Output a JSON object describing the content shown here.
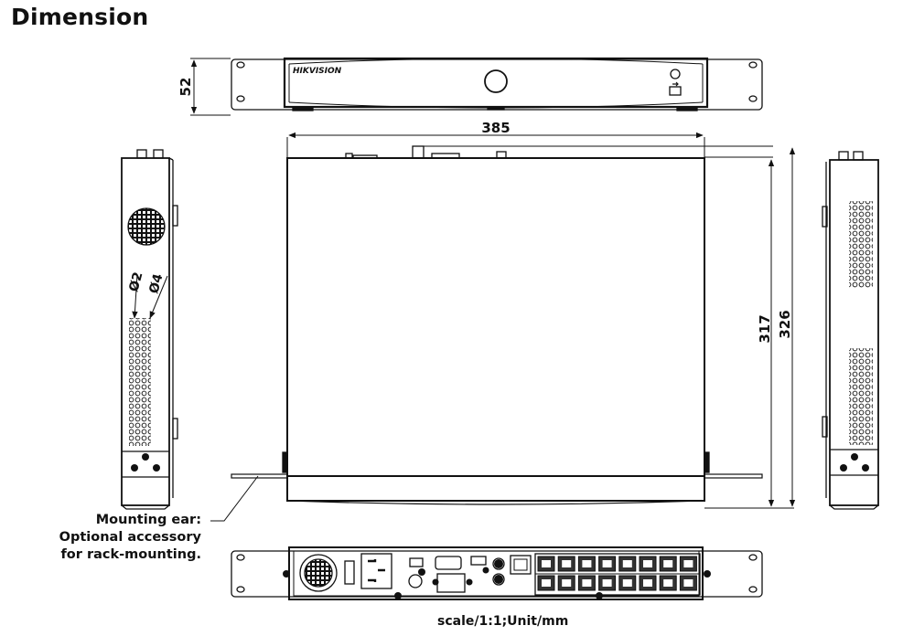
{
  "page": {
    "title": "Dimension",
    "brand_logo_text": "HIKVISION",
    "scale_note": "scale/1:1;Unit/mm",
    "mounting_note": {
      "line1": "Mounting ear:",
      "line2": "Optional accessory",
      "line3": "for rack-mounting."
    }
  },
  "dimensions": {
    "height": "52",
    "width": "385",
    "depth_body": "317",
    "depth_total": "326",
    "hole_small": "Ø2",
    "hole_large": "Ø4"
  },
  "views": {
    "front": "front-view",
    "top": "top-view",
    "left_side": "left-side-view",
    "right_side": "right-side-view",
    "rear": "rear-view"
  },
  "rear_panel": {
    "lan_ports_top_row": 8,
    "lan_ports_bottom_row": 8
  },
  "colors": {
    "line": "#111111",
    "background": "#ffffff"
  }
}
